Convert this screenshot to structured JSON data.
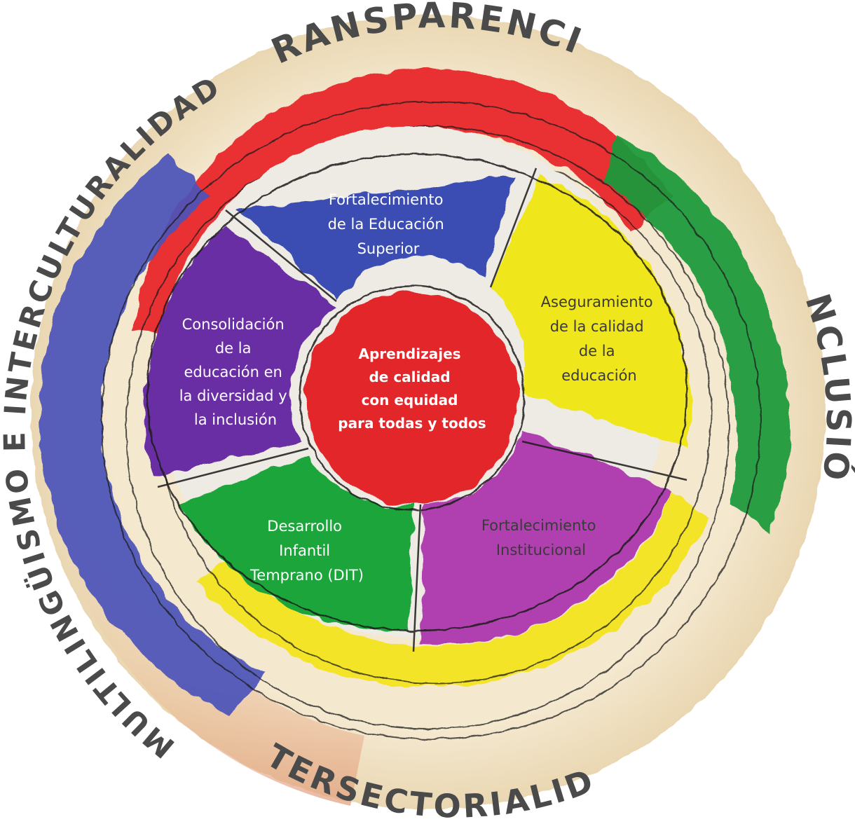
{
  "ring_words": {
    "top": "TRANSPARENCIA",
    "right": "INCLUSIÓN",
    "bottom": "INTERSECTORIALIDAD",
    "left": "MULTILINGÜISMO E INTERCULTURALIDAD"
  },
  "center": {
    "lines": [
      "Aprendizajes",
      "de calidad",
      "con equidad",
      "para todas y todos"
    ]
  },
  "segments": {
    "superior": {
      "lines": [
        "Fortalecimiento",
        "de la Educación",
        "Superior"
      ]
    },
    "calidad": {
      "lines": [
        "Aseguramiento",
        "de la calidad",
        "de la",
        "educación"
      ]
    },
    "institucional": {
      "lines": [
        "Fortalecimiento",
        "Institucional"
      ]
    },
    "dit": {
      "lines": [
        "Desarrollo",
        "Infantil",
        "Temprano (DIT)"
      ]
    },
    "diversidad": {
      "lines": [
        "Consolidación",
        "de la",
        "educación en",
        "la diversidad y",
        "la inclusión"
      ]
    }
  },
  "colors": {
    "ring_band": "#f1e3c6",
    "ring_band_warm": "#e9b68f",
    "outer_red": "#e8262d",
    "outer_green": "#1a9a3c",
    "outer_yellow": "#f3e41d",
    "outer_blue": "#4a52b8",
    "segment_blue": "#3a4db3",
    "segment_yellow": "#f0e61c",
    "segment_magenta": "#b03fb0",
    "segment_green": "#1fa53a",
    "segment_purple": "#6b2fa4",
    "center_red": "#e3272c",
    "label_white": "#ffffff",
    "label_dark": "#3a3a3a",
    "ring_text": "#4a4a4a"
  }
}
